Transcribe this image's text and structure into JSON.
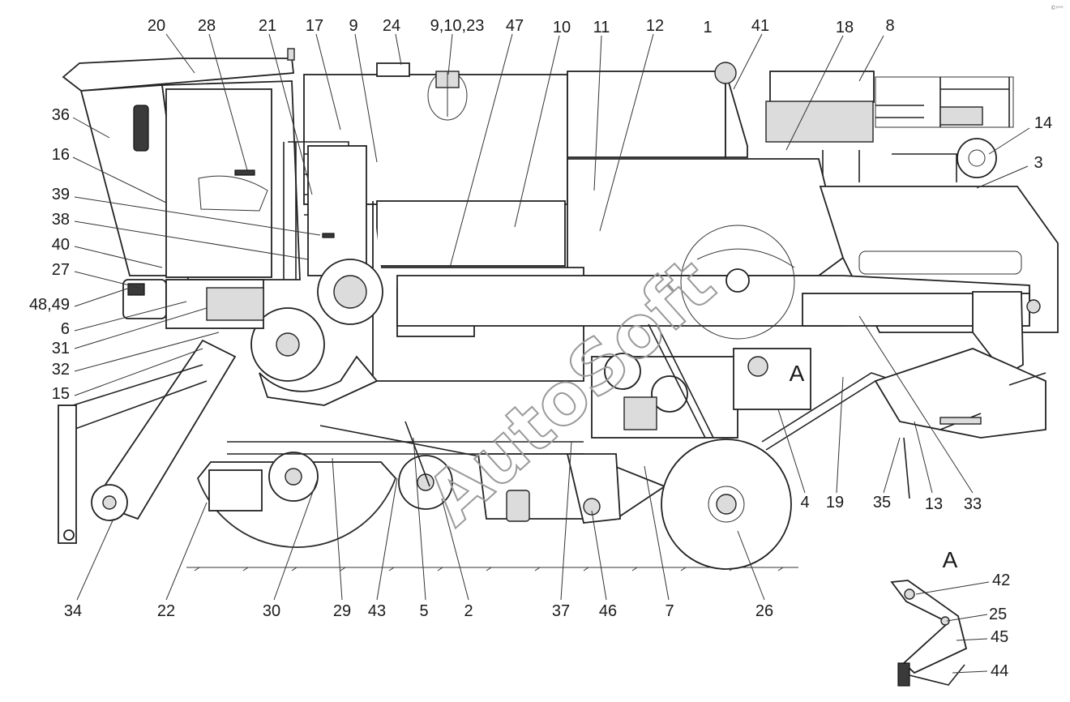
{
  "diagram": {
    "corner_mark": "©ᵖᵒᵒ",
    "watermark": "AutoSoft",
    "section_label_main": "A",
    "section_label_inset": "A",
    "callouts": [
      {
        "id": "c-20",
        "text": "20"
      },
      {
        "id": "c-28",
        "text": "28"
      },
      {
        "id": "c-21",
        "text": "21"
      },
      {
        "id": "c-17",
        "text": "17"
      },
      {
        "id": "c-9",
        "text": "9"
      },
      {
        "id": "c-24",
        "text": "24"
      },
      {
        "id": "c-9-10-23",
        "text": "9,10,23"
      },
      {
        "id": "c-47",
        "text": "47"
      },
      {
        "id": "c-10",
        "text": "10"
      },
      {
        "id": "c-11",
        "text": "11"
      },
      {
        "id": "c-12",
        "text": "12"
      },
      {
        "id": "c-1",
        "text": "1"
      },
      {
        "id": "c-41",
        "text": "41"
      },
      {
        "id": "c-18",
        "text": "18"
      },
      {
        "id": "c-8",
        "text": "8"
      },
      {
        "id": "c-14",
        "text": "14"
      },
      {
        "id": "c-3",
        "text": "3"
      },
      {
        "id": "c-36",
        "text": "36"
      },
      {
        "id": "c-16",
        "text": "16"
      },
      {
        "id": "c-39",
        "text": "39"
      },
      {
        "id": "c-38",
        "text": "38"
      },
      {
        "id": "c-40",
        "text": "40"
      },
      {
        "id": "c-27",
        "text": "27"
      },
      {
        "id": "c-48-49",
        "text": "48,49"
      },
      {
        "id": "c-6",
        "text": "6"
      },
      {
        "id": "c-31",
        "text": "31"
      },
      {
        "id": "c-32",
        "text": "32"
      },
      {
        "id": "c-15",
        "text": "15"
      },
      {
        "id": "c-34",
        "text": "34"
      },
      {
        "id": "c-22",
        "text": "22"
      },
      {
        "id": "c-30",
        "text": "30"
      },
      {
        "id": "c-29",
        "text": "29"
      },
      {
        "id": "c-43",
        "text": "43"
      },
      {
        "id": "c-5",
        "text": "5"
      },
      {
        "id": "c-2",
        "text": "2"
      },
      {
        "id": "c-37",
        "text": "37"
      },
      {
        "id": "c-46",
        "text": "46"
      },
      {
        "id": "c-7",
        "text": "7"
      },
      {
        "id": "c-26",
        "text": "26"
      },
      {
        "id": "c-4",
        "text": "4"
      },
      {
        "id": "c-19",
        "text": "19"
      },
      {
        "id": "c-35",
        "text": "35"
      },
      {
        "id": "c-13",
        "text": "13"
      },
      {
        "id": "c-33",
        "text": "33"
      },
      {
        "id": "c-42",
        "text": "42"
      },
      {
        "id": "c-25",
        "text": "25"
      },
      {
        "id": "c-45",
        "text": "45"
      },
      {
        "id": "c-44",
        "text": "44"
      }
    ]
  }
}
